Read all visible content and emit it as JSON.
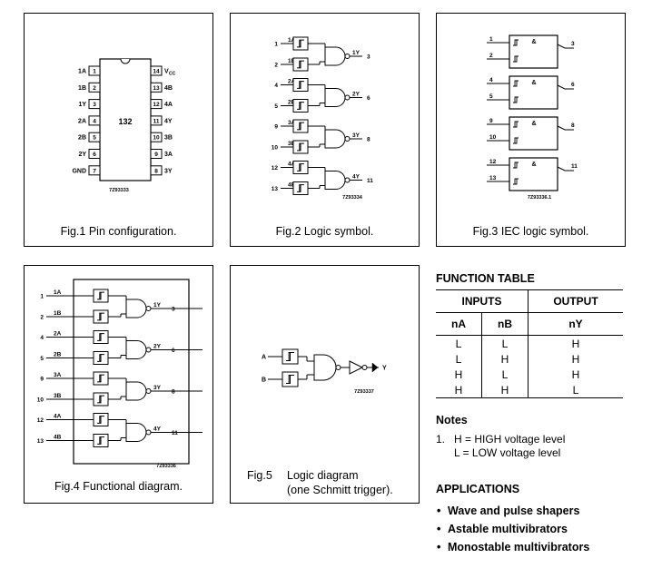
{
  "fig1": {
    "caption": "Fig.1  Pin configuration.",
    "chip_label": "132",
    "left_pins": [
      {
        "label": "1A",
        "num": "1"
      },
      {
        "label": "1B",
        "num": "2"
      },
      {
        "label": "1Y",
        "num": "3"
      },
      {
        "label": "2A",
        "num": "4"
      },
      {
        "label": "2B",
        "num": "5"
      },
      {
        "label": "2Y",
        "num": "6"
      },
      {
        "label": "GND",
        "num": "7"
      }
    ],
    "right_pins": [
      {
        "label": "VCC",
        "num": "14"
      },
      {
        "label": "4B",
        "num": "13"
      },
      {
        "label": "4A",
        "num": "12"
      },
      {
        "label": "4Y",
        "num": "11"
      },
      {
        "label": "3B",
        "num": "10"
      },
      {
        "label": "3A",
        "num": "9"
      },
      {
        "label": "3Y",
        "num": "8"
      }
    ],
    "code": "7Z93333"
  },
  "fig2": {
    "caption": "Fig.2  Logic symbol.",
    "code": "7Z93334",
    "gates": [
      {
        "in1": "1",
        "in1_label": "1A",
        "in2": "2",
        "in2_label": "1B",
        "out_label": "1Y",
        "out": "3"
      },
      {
        "in1": "4",
        "in1_label": "2A",
        "in2": "5",
        "in2_label": "2B",
        "out_label": "2Y",
        "out": "6"
      },
      {
        "in1": "9",
        "in1_label": "3A",
        "in2": "10",
        "in2_label": "3B",
        "out_label": "3Y",
        "out": "8"
      },
      {
        "in1": "12",
        "in1_label": "4A",
        "in2": "13",
        "in2_label": "4B",
        "out_label": "4Y",
        "out": "11"
      }
    ]
  },
  "fig3": {
    "caption": "Fig.3  IEC logic symbol.",
    "code": "7Z93336.1",
    "amp": "&",
    "gates": [
      {
        "in1": "1",
        "in2": "2",
        "out": "3"
      },
      {
        "in1": "4",
        "in2": "5",
        "out": "6"
      },
      {
        "in1": "9",
        "in2": "10",
        "out": "8"
      },
      {
        "in1": "12",
        "in2": "13",
        "out": "11"
      }
    ]
  },
  "fig4": {
    "caption": "Fig.4  Functional diagram.",
    "code": "7Z93336",
    "gates": [
      {
        "in1": "1",
        "in1_label": "1A",
        "in2": "2",
        "in2_label": "1B",
        "out_label": "1Y",
        "out": "3"
      },
      {
        "in1": "4",
        "in1_label": "2A",
        "in2": "5",
        "in2_label": "2B",
        "out_label": "2Y",
        "out": "6"
      },
      {
        "in1": "9",
        "in1_label": "3A",
        "in2": "10",
        "in2_label": "3B",
        "out_label": "3Y",
        "out": "8"
      },
      {
        "in1": "12",
        "in1_label": "4A",
        "in2": "13",
        "in2_label": "4B",
        "out_label": "4Y",
        "out": "11"
      }
    ]
  },
  "fig5": {
    "caption_num": "Fig.5",
    "caption_line1": "Logic diagram",
    "caption_line2": "(one Schmitt trigger).",
    "in_a": "A",
    "in_b": "B",
    "out": "Y",
    "code": "7Z93337"
  },
  "function_table": {
    "title": "FUNCTION TABLE",
    "inputs_header": "INPUTS",
    "output_header": "OUTPUT",
    "col_na": "nA",
    "col_nb": "nB",
    "col_ny": "nY",
    "rows": [
      [
        "L",
        "L",
        "H"
      ],
      [
        "L",
        "H",
        "H"
      ],
      [
        "H",
        "L",
        "H"
      ],
      [
        "H",
        "H",
        "L"
      ]
    ]
  },
  "notes": {
    "title": "Notes",
    "num": "1.",
    "line1": "H = HIGH voltage level",
    "line2": "L = LOW voltage level"
  },
  "applications": {
    "title": "APPLICATIONS",
    "items": [
      "Wave and pulse shapers",
      "Astable multivibrators",
      "Monostable multivibrators"
    ]
  }
}
